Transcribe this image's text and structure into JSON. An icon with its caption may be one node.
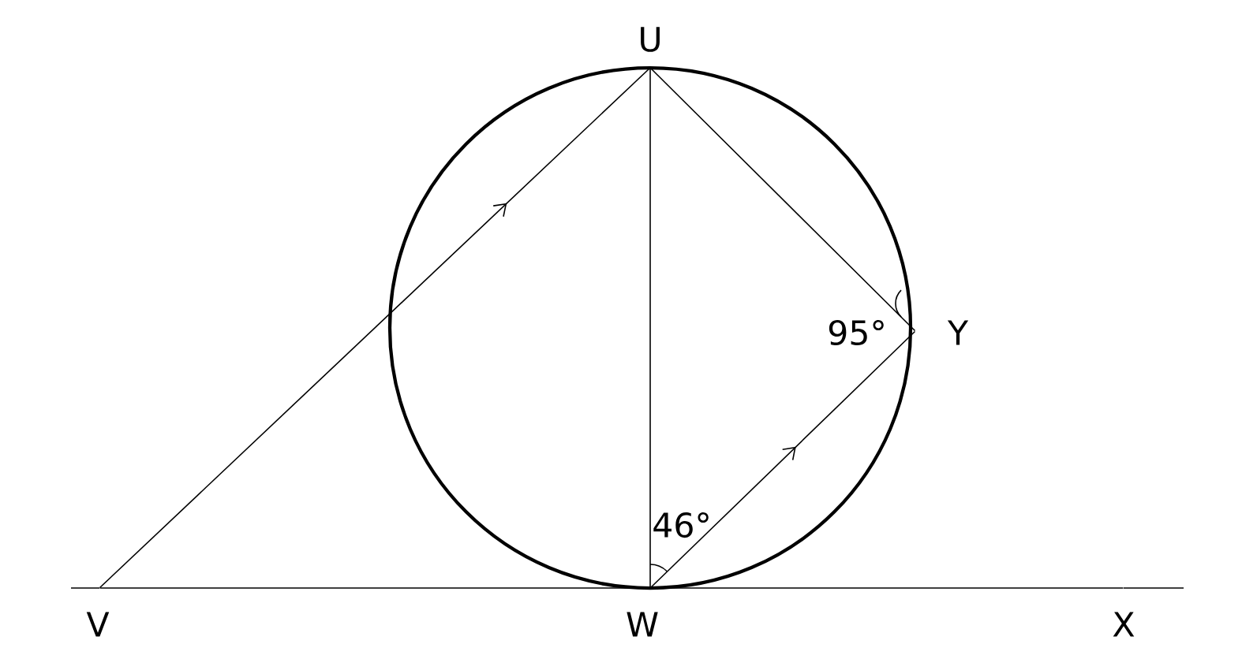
{
  "diagram": {
    "nodes": [
      {
        "text": [
          "U"
        ]
      },
      {
        "text": [
          "Y"
        ]
      },
      {
        "text": [
          "V"
        ]
      },
      {
        "text": [
          "W"
        ]
      },
      {
        "text": [
          "X"
        ]
      }
    ],
    "edges": [
      {
        "from": 2,
        "to": 0,
        "arrow": "to"
      },
      {
        "from": 3,
        "to": 1,
        "arrow": "to"
      },
      {
        "from": 0,
        "to": 3,
        "arrow": "none"
      },
      {
        "from": 0,
        "to": 1,
        "arrow": "none"
      },
      {
        "from": 2,
        "to": 3,
        "arrow": "none"
      },
      {
        "from": 3,
        "to": 4,
        "arrow": "none"
      }
    ],
    "labels": [
      "95°",
      "46°"
    ]
  }
}
